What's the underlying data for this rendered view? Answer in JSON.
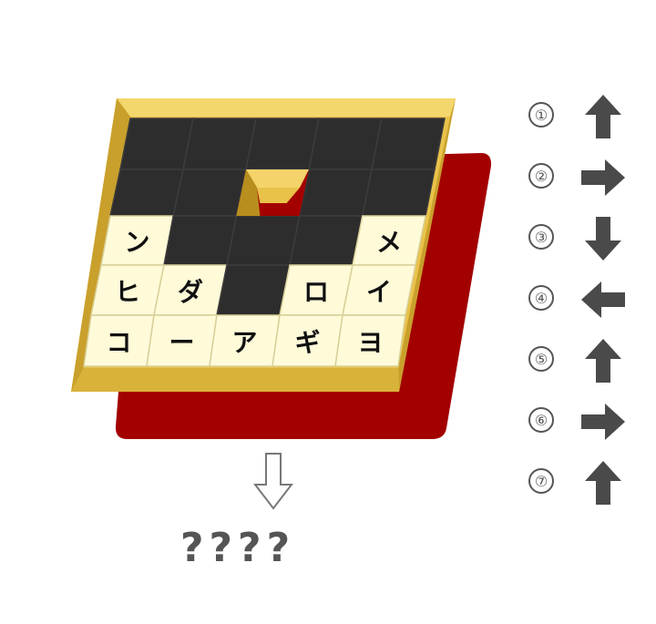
{
  "puzzle": {
    "rows": [
      [
        "",
        "",
        "",
        "",
        ""
      ],
      [
        "",
        "",
        "",
        "",
        ""
      ],
      [
        "ン",
        "",
        "",
        "",
        "メ"
      ],
      [
        "ヒ",
        "ダ",
        "",
        "ロ",
        "イ"
      ],
      [
        "コ",
        "ー",
        "ア",
        "ギ",
        "ヨ"
      ]
    ],
    "hole": {
      "row": 1,
      "col": 2
    }
  },
  "moves": [
    {
      "number": "①",
      "direction": "up",
      "icon": "arrow-up-icon"
    },
    {
      "number": "②",
      "direction": "right",
      "icon": "arrow-right-icon"
    },
    {
      "number": "③",
      "direction": "down",
      "icon": "arrow-down-icon"
    },
    {
      "number": "④",
      "direction": "left",
      "icon": "arrow-left-icon"
    },
    {
      "number": "⑤",
      "direction": "up",
      "icon": "arrow-up-icon"
    },
    {
      "number": "⑥",
      "direction": "right",
      "icon": "arrow-right-icon"
    },
    {
      "number": "⑦",
      "direction": "up",
      "icon": "arrow-up-icon"
    }
  ],
  "hint_icon": "hollow-down-arrow-icon",
  "answer_text": "????",
  "colors": {
    "frame": "#e9c24a",
    "frame_dark": "#b88f1e",
    "shadow": "#a30000",
    "empty_cell": "#2d2d2d",
    "tile": "#fffbd9",
    "arrow": "#4a4a4a"
  }
}
